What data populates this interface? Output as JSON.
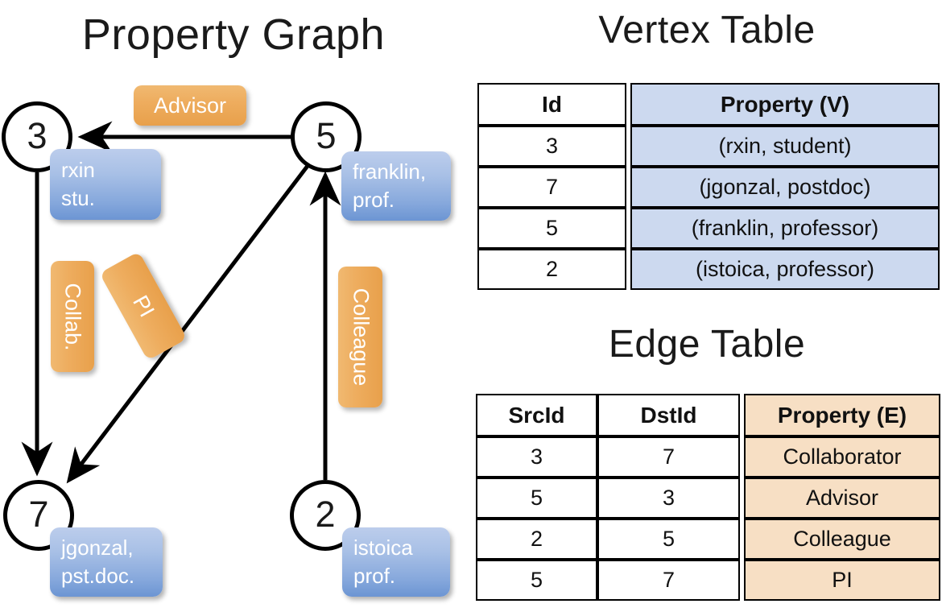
{
  "titles": {
    "property_graph": "Property Graph",
    "vertex_table": "Vertex Table",
    "edge_table": "Edge Table"
  },
  "colors": {
    "node_stroke": "#000000",
    "vertex_prop_fill": "#ccd9ef",
    "edge_prop_fill": "#f7dfc4",
    "blue_box_top": "#bccdec",
    "blue_box_bottom": "#6c95d3",
    "orange_label_top": "#f0b971",
    "orange_label_bottom": "#e8a04b"
  },
  "graph": {
    "nodes": [
      {
        "id": "3",
        "property": "rxin\nstu.",
        "line1": "rxin",
        "line2": "stu."
      },
      {
        "id": "5",
        "property": "franklin,\nprof.",
        "line1": "franklin,",
        "line2": "prof."
      },
      {
        "id": "7",
        "property": "jgonzal,\npst.doc.",
        "line1": "jgonzal,",
        "line2": "pst.doc."
      },
      {
        "id": "2",
        "property": "istoica\nprof.",
        "line1": "istoica",
        "line2": "prof."
      }
    ],
    "edge_labels": [
      {
        "name": "advisor",
        "text": "Advisor",
        "orientation": "horizontal"
      },
      {
        "name": "collab",
        "text": "Collab.",
        "orientation": "vertical"
      },
      {
        "name": "pi",
        "text": "PI",
        "orientation": "diagonal"
      },
      {
        "name": "colleague",
        "text": "Colleague",
        "orientation": "vertical"
      }
    ],
    "edges": [
      {
        "src": "5",
        "dst": "3",
        "label": "Advisor"
      },
      {
        "src": "3",
        "dst": "7",
        "label": "Collab."
      },
      {
        "src": "5",
        "dst": "7",
        "label": "PI"
      },
      {
        "src": "2",
        "dst": "5",
        "label": "Colleague"
      }
    ]
  },
  "vertex_table": {
    "headers": [
      "Id",
      "Property (V)"
    ],
    "rows": [
      {
        "id": "3",
        "property": "(rxin, student)"
      },
      {
        "id": "7",
        "property": "(jgonzal, postdoc)"
      },
      {
        "id": "5",
        "property": "(franklin, professor)"
      },
      {
        "id": "2",
        "property": "(istoica, professor)"
      }
    ]
  },
  "edge_table": {
    "headers": [
      "SrcId",
      "DstId",
      "Property (E)"
    ],
    "rows": [
      {
        "src": "3",
        "dst": "7",
        "property": "Collaborator"
      },
      {
        "src": "5",
        "dst": "3",
        "property": "Advisor"
      },
      {
        "src": "2",
        "dst": "5",
        "property": "Colleague"
      },
      {
        "src": "5",
        "dst": "7",
        "property": "PI"
      }
    ]
  }
}
